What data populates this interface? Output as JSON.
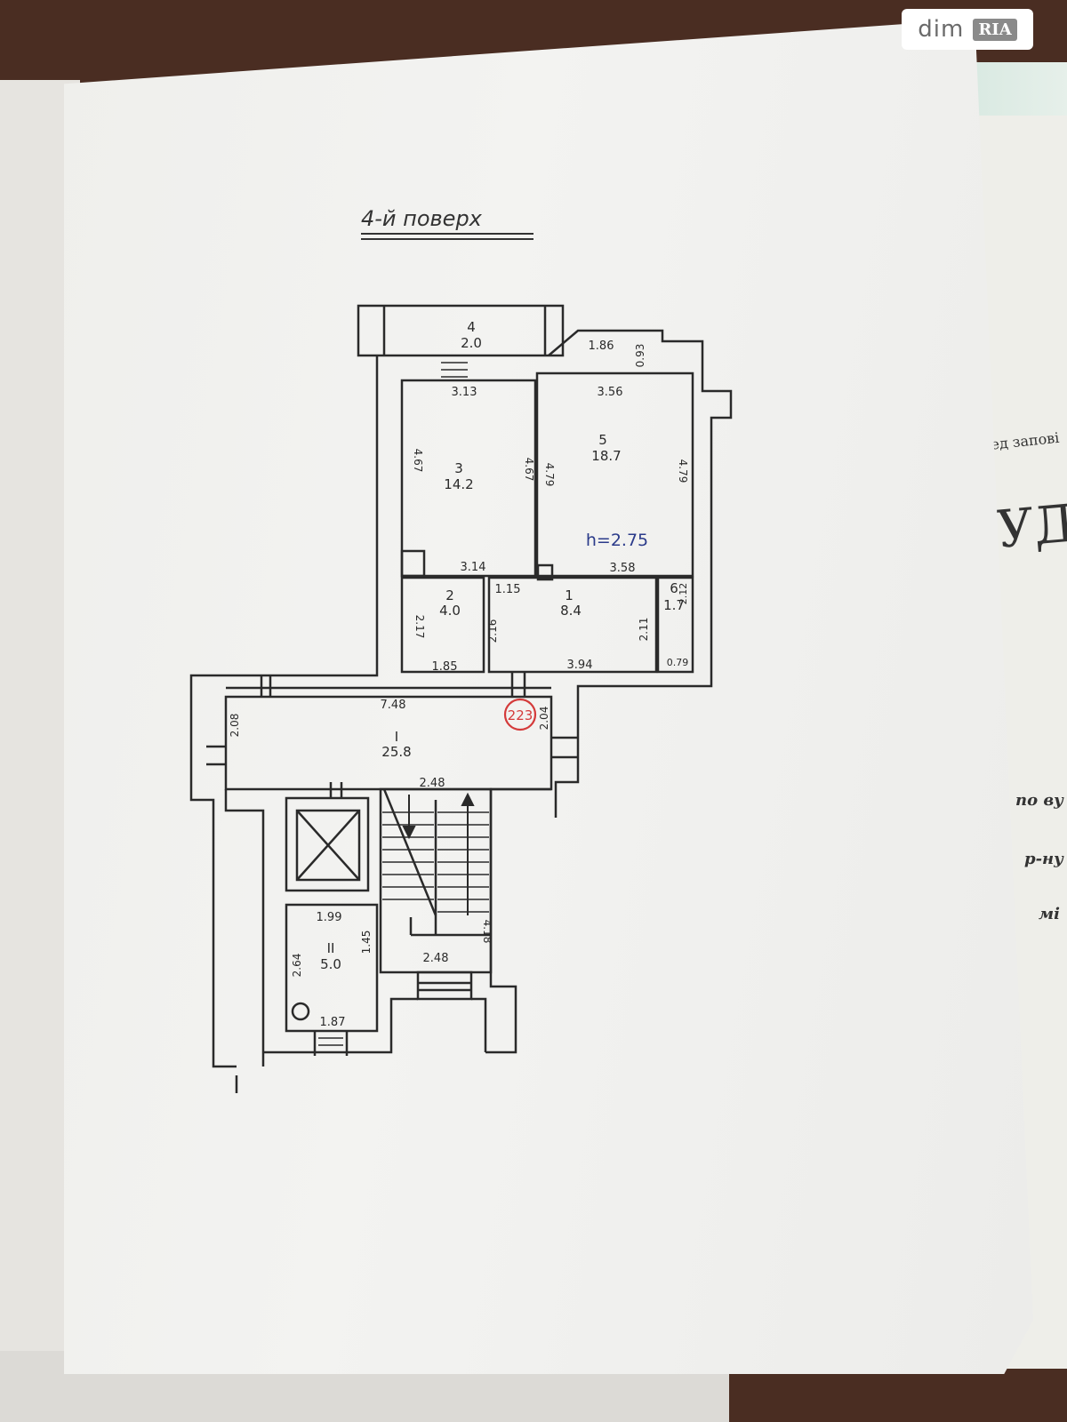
{
  "watermark": {
    "dim": "dim",
    "ria": "RIA"
  },
  "plan_title": "4-й поверх",
  "background_doc": {
    "lines": [
      "ієред запові",
      "БУД",
      "по ву",
      "р-ну",
      "мі"
    ]
  },
  "rooms": [
    {
      "num": "4",
      "area": "2.0"
    },
    {
      "num": "3",
      "area": "14.2"
    },
    {
      "num": "5",
      "area": "18.7"
    },
    {
      "num": "2",
      "area": "4.0"
    },
    {
      "num": "1",
      "area": "8.4"
    },
    {
      "num": "6",
      "area": "1.7"
    },
    {
      "num": "I",
      "area": "25.8"
    },
    {
      "num": "II",
      "area": "5.0"
    }
  ],
  "dimensions": {
    "d186": "1.86",
    "d093": "0.93",
    "d313": "3.13",
    "d356": "3.56",
    "d467a": "4.67",
    "d467b": "4.67",
    "d479a": "4.79",
    "d479b": "4.79",
    "d314": "3.14",
    "d358": "3.58",
    "d115": "1.15",
    "d212": "2.12",
    "d217": "2.17",
    "d216": "2.16",
    "d211": "2.11",
    "d185": "1.85",
    "d394": "3.94",
    "d079": "0.79",
    "d748": "7.48",
    "d208": "2.08",
    "d204": "2.04",
    "d248a": "2.48",
    "d199": "1.99",
    "d145": "1.45",
    "d264": "2.64",
    "d418": "4.18",
    "d248b": "2.48",
    "d187": "1.87"
  },
  "height_label": "h=2.75",
  "stamp": "223",
  "colors": {
    "ink": "#2a2a2a",
    "stamp": "#d43a3a",
    "height_ink": "#2b3b8a"
  }
}
